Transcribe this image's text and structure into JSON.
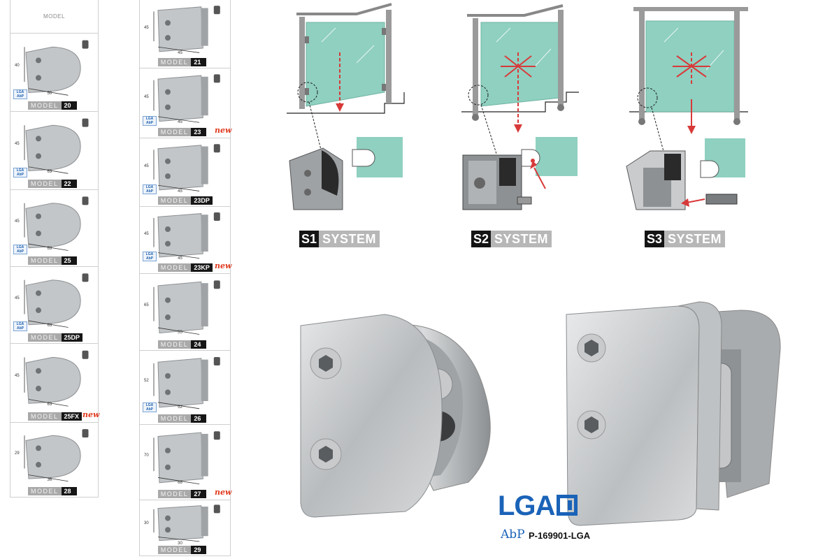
{
  "catalog": {
    "header": "MODEL",
    "model_prefix": "MODEL",
    "new_tag": "new",
    "lga_badge": [
      "LGA",
      "AbP"
    ],
    "col1": [
      {
        "num": "20",
        "dims": [
          "40",
          "50"
        ],
        "lga": true,
        "is_new": false
      },
      {
        "num": "22",
        "dims": [
          "45",
          "63"
        ],
        "lga": true,
        "is_new": false
      },
      {
        "num": "25",
        "dims": [
          "45",
          "63"
        ],
        "lga": true,
        "is_new": false
      },
      {
        "num": "25DP",
        "dims": [
          "45",
          "63"
        ],
        "lga": true,
        "is_new": false
      },
      {
        "num": "25FX",
        "dims": [
          "45",
          "63"
        ],
        "lga": false,
        "is_new": true
      },
      {
        "num": "28",
        "dims": [
          "29",
          "36"
        ],
        "lga": false,
        "is_new": false
      }
    ],
    "col2": [
      {
        "num": "21",
        "dims": [
          "45",
          "45"
        ],
        "lga": false,
        "is_new": false
      },
      {
        "num": "23",
        "dims": [
          "45",
          "45"
        ],
        "lga": true,
        "is_new": true
      },
      {
        "num": "23DP",
        "dims": [
          "45",
          "45"
        ],
        "lga": true,
        "is_new": false
      },
      {
        "num": "23KP",
        "dims": [
          "45",
          "45"
        ],
        "lga": true,
        "is_new": true
      },
      {
        "num": "24",
        "dims": [
          "65",
          "55"
        ],
        "lga": false,
        "is_new": false
      },
      {
        "num": "26",
        "dims": [
          "52",
          "52"
        ],
        "lga": true,
        "is_new": false
      },
      {
        "num": "27",
        "dims": [
          "70",
          "68"
        ],
        "lga": false,
        "is_new": true
      },
      {
        "num": "29",
        "dims": [
          "30",
          "30"
        ],
        "lga": false,
        "is_new": false
      }
    ]
  },
  "systems": [
    {
      "id": "S1",
      "name": "SYSTEM"
    },
    {
      "id": "S2",
      "name": "SYSTEM"
    },
    {
      "id": "S3",
      "name": "SYSTEM"
    }
  ],
  "certification": {
    "logo": "LGA",
    "abp": "AbP",
    "code": "P-169901-LGA"
  },
  "colors": {
    "glass": "#8fd0c0",
    "arrow_red": "#d83a3a",
    "steel": "#b5b8ba",
    "label_dark": "#161616",
    "label_grey": "#a9a9a9",
    "lga_blue": "#1a63b8"
  }
}
